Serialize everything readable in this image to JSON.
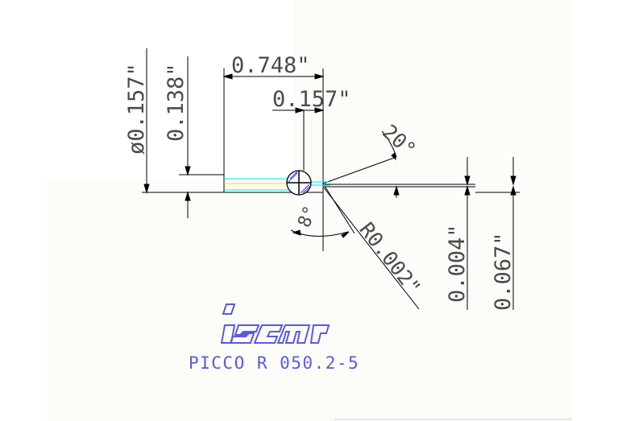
{
  "drawing": {
    "dimensions": {
      "diameter_shank": "ø0.157\"",
      "diameter_neck": "0.138\"",
      "overall_length": "0.748\"",
      "tip_length": "0.157\"",
      "angle_top": "20°",
      "angle_bottom": "8°",
      "corner_radius": "R0.002\"",
      "offset_small": "0.004\"",
      "offset_large": "0.067\""
    },
    "logo": {
      "brand": "iscar",
      "product": "PICCO R 050.2-5",
      "color": "#5a5adf"
    },
    "colors": {
      "background_panel": "#fcfdf9",
      "line": "#000000",
      "centerline": "#00e5ff",
      "guide_yellow": "#e6e600",
      "hatch": "#2244ff"
    }
  }
}
